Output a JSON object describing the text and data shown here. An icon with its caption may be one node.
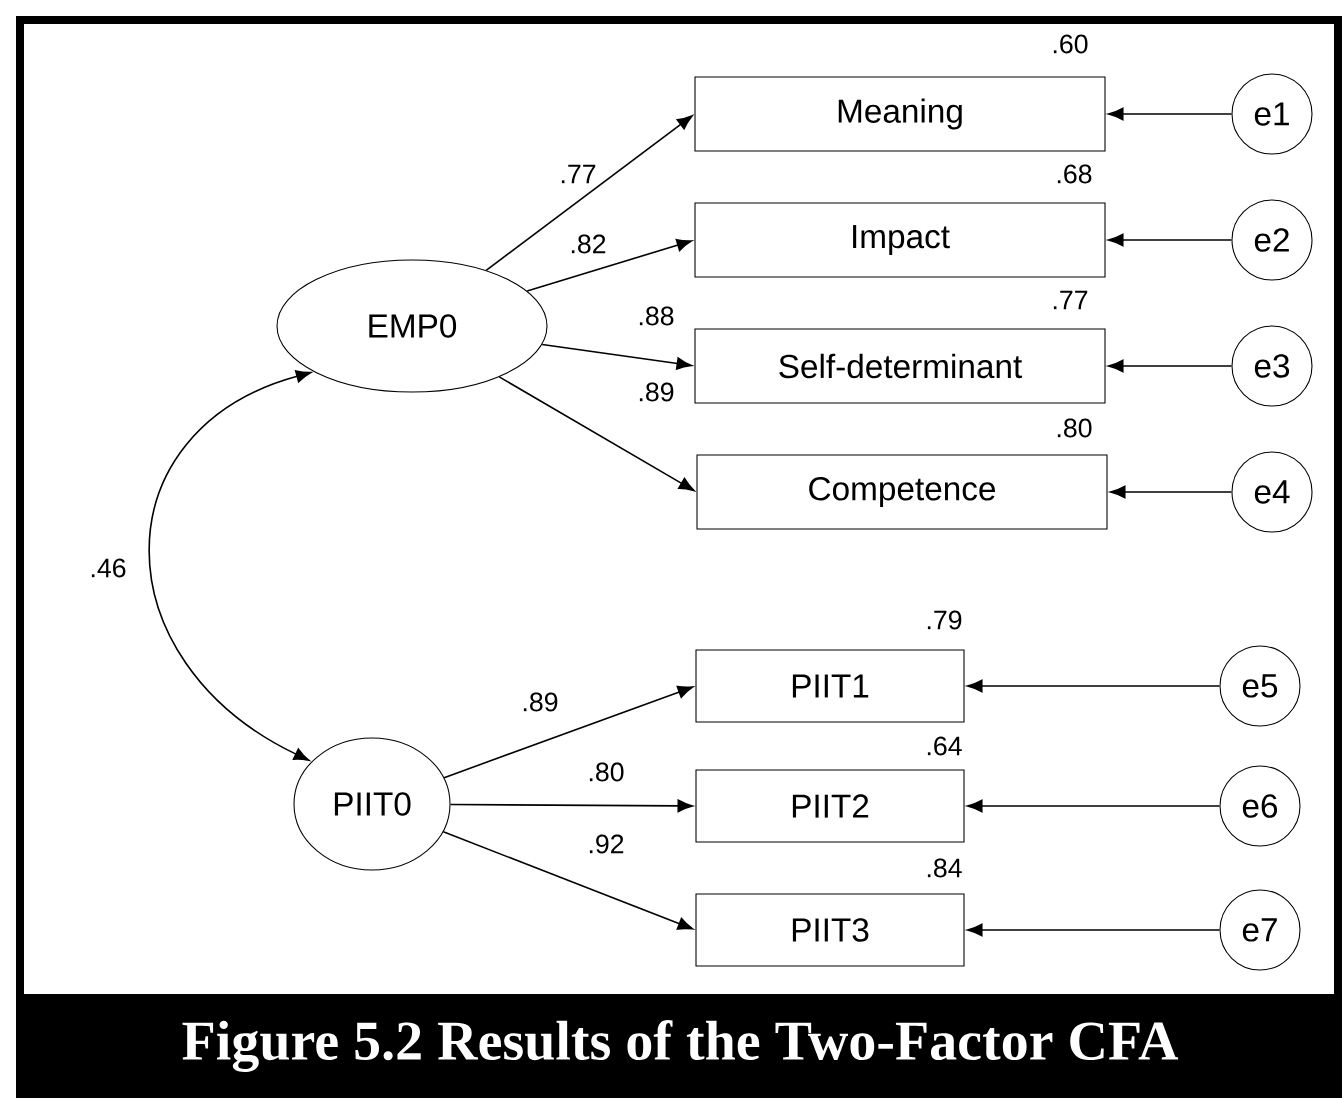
{
  "diagram": {
    "caption": "Figure 5.2 Results of the Two-Factor CFA",
    "nodes": [
      {
        "text": [
          "EMP0"
        ]
      },
      {
        "text": [
          "Meaning"
        ],
        "beside": [
          ".60"
        ]
      },
      {
        "text": [
          "Impact"
        ],
        "beside": [
          ".68"
        ]
      },
      {
        "text": [
          "Self-determinant"
        ],
        "beside": [
          ".77"
        ]
      },
      {
        "text": [
          "Competence"
        ],
        "beside": [
          ".80"
        ]
      },
      {
        "text": [
          "e1"
        ]
      },
      {
        "text": [
          "e2"
        ]
      },
      {
        "text": [
          "e3"
        ]
      },
      {
        "text": [
          "e4"
        ]
      },
      {
        "text": [
          "PIIT0"
        ]
      },
      {
        "text": [
          "PIIT1"
        ],
        "beside": [
          ".79"
        ]
      },
      {
        "text": [
          "PIIT2"
        ],
        "beside": [
          ".64"
        ]
      },
      {
        "text": [
          "PIIT3"
        ],
        "beside": [
          ".84"
        ]
      },
      {
        "text": [
          "e5"
        ]
      },
      {
        "text": [
          "e6"
        ]
      },
      {
        "text": [
          "e7"
        ]
      }
    ],
    "edges": [
      {
        "from": 0,
        "to": 1,
        "arrow": "to",
        "label": ".77"
      },
      {
        "from": 0,
        "to": 2,
        "arrow": "to",
        "label": ".82"
      },
      {
        "from": 0,
        "to": 3,
        "arrow": "to",
        "label": ".88"
      },
      {
        "from": 0,
        "to": 4,
        "arrow": "to",
        "label": ".89"
      },
      {
        "from": 5,
        "to": 1,
        "arrow": "to"
      },
      {
        "from": 6,
        "to": 2,
        "arrow": "to"
      },
      {
        "from": 7,
        "to": 3,
        "arrow": "to"
      },
      {
        "from": 8,
        "to": 4,
        "arrow": "to"
      },
      {
        "from": 0,
        "to": 9,
        "arrow": "both",
        "label": ".46"
      },
      {
        "from": 9,
        "to": 10,
        "arrow": "to",
        "label": ".89"
      },
      {
        "from": 9,
        "to": 11,
        "arrow": "to",
        "label": ".80"
      },
      {
        "from": 9,
        "to": 12,
        "arrow": "to",
        "label": ".92"
      },
      {
        "from": 13,
        "to": 10,
        "arrow": "to"
      },
      {
        "from": 14,
        "to": 11,
        "arrow": "to"
      },
      {
        "from": 15,
        "to": 12,
        "arrow": "to"
      }
    ]
  }
}
